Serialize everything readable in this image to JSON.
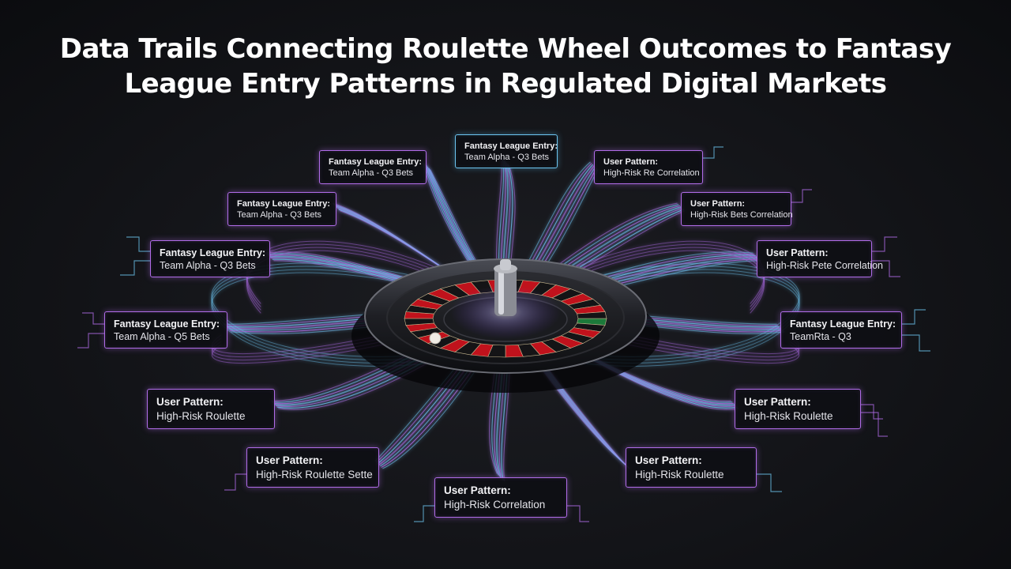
{
  "title": {
    "line1": "Data Trails Connecting Roulette Wheel Outcomes to Fantasy",
    "line2": "League Entry Patterns in Regulated Digital Markets"
  },
  "colors": {
    "background": "#131418",
    "accent_purple": "#b06ce8",
    "accent_cyan": "#6cc4f0",
    "wheel_red": "#c0121c",
    "text": "#ffffff"
  },
  "cards": [
    {
      "head": "Fantasy League Entry:",
      "sub": "Team Alpha - Q3 Bets"
    },
    {
      "head": "Fantasy League Entry:",
      "sub": "Team Alpha - Q3 Bets"
    },
    {
      "head": "User Pattern:",
      "sub": "High-Risk Re Correlation"
    },
    {
      "head": "Fantasy League Entry:",
      "sub": "Team Alpha - Q3 Bets"
    },
    {
      "head": "User Pattern:",
      "sub": "High-Risk Bets Correlation"
    },
    {
      "head": "Fantasy League Entry:",
      "sub": "Team Alpha - Q3 Bets"
    },
    {
      "head": "User Pattern:",
      "sub": "High-Risk Pete Correlation"
    },
    {
      "head": "Fantasy League Entry:",
      "sub": "Team Alpha - Q5 Bets"
    },
    {
      "head": "Fantasy League Entry:",
      "sub": "TeamRta - Q3"
    },
    {
      "head": "User Pattern:",
      "sub": "High-Risk Roulette"
    },
    {
      "head": "User Pattern:",
      "sub": "High-Risk Roulette"
    },
    {
      "head": "User Pattern:",
      "sub": "High-Risk Roulette Sette"
    },
    {
      "head": "User Pattern:",
      "sub": "High-Risk Roulette"
    },
    {
      "head": "User Pattern:",
      "sub": "High-Risk Correlation"
    }
  ]
}
